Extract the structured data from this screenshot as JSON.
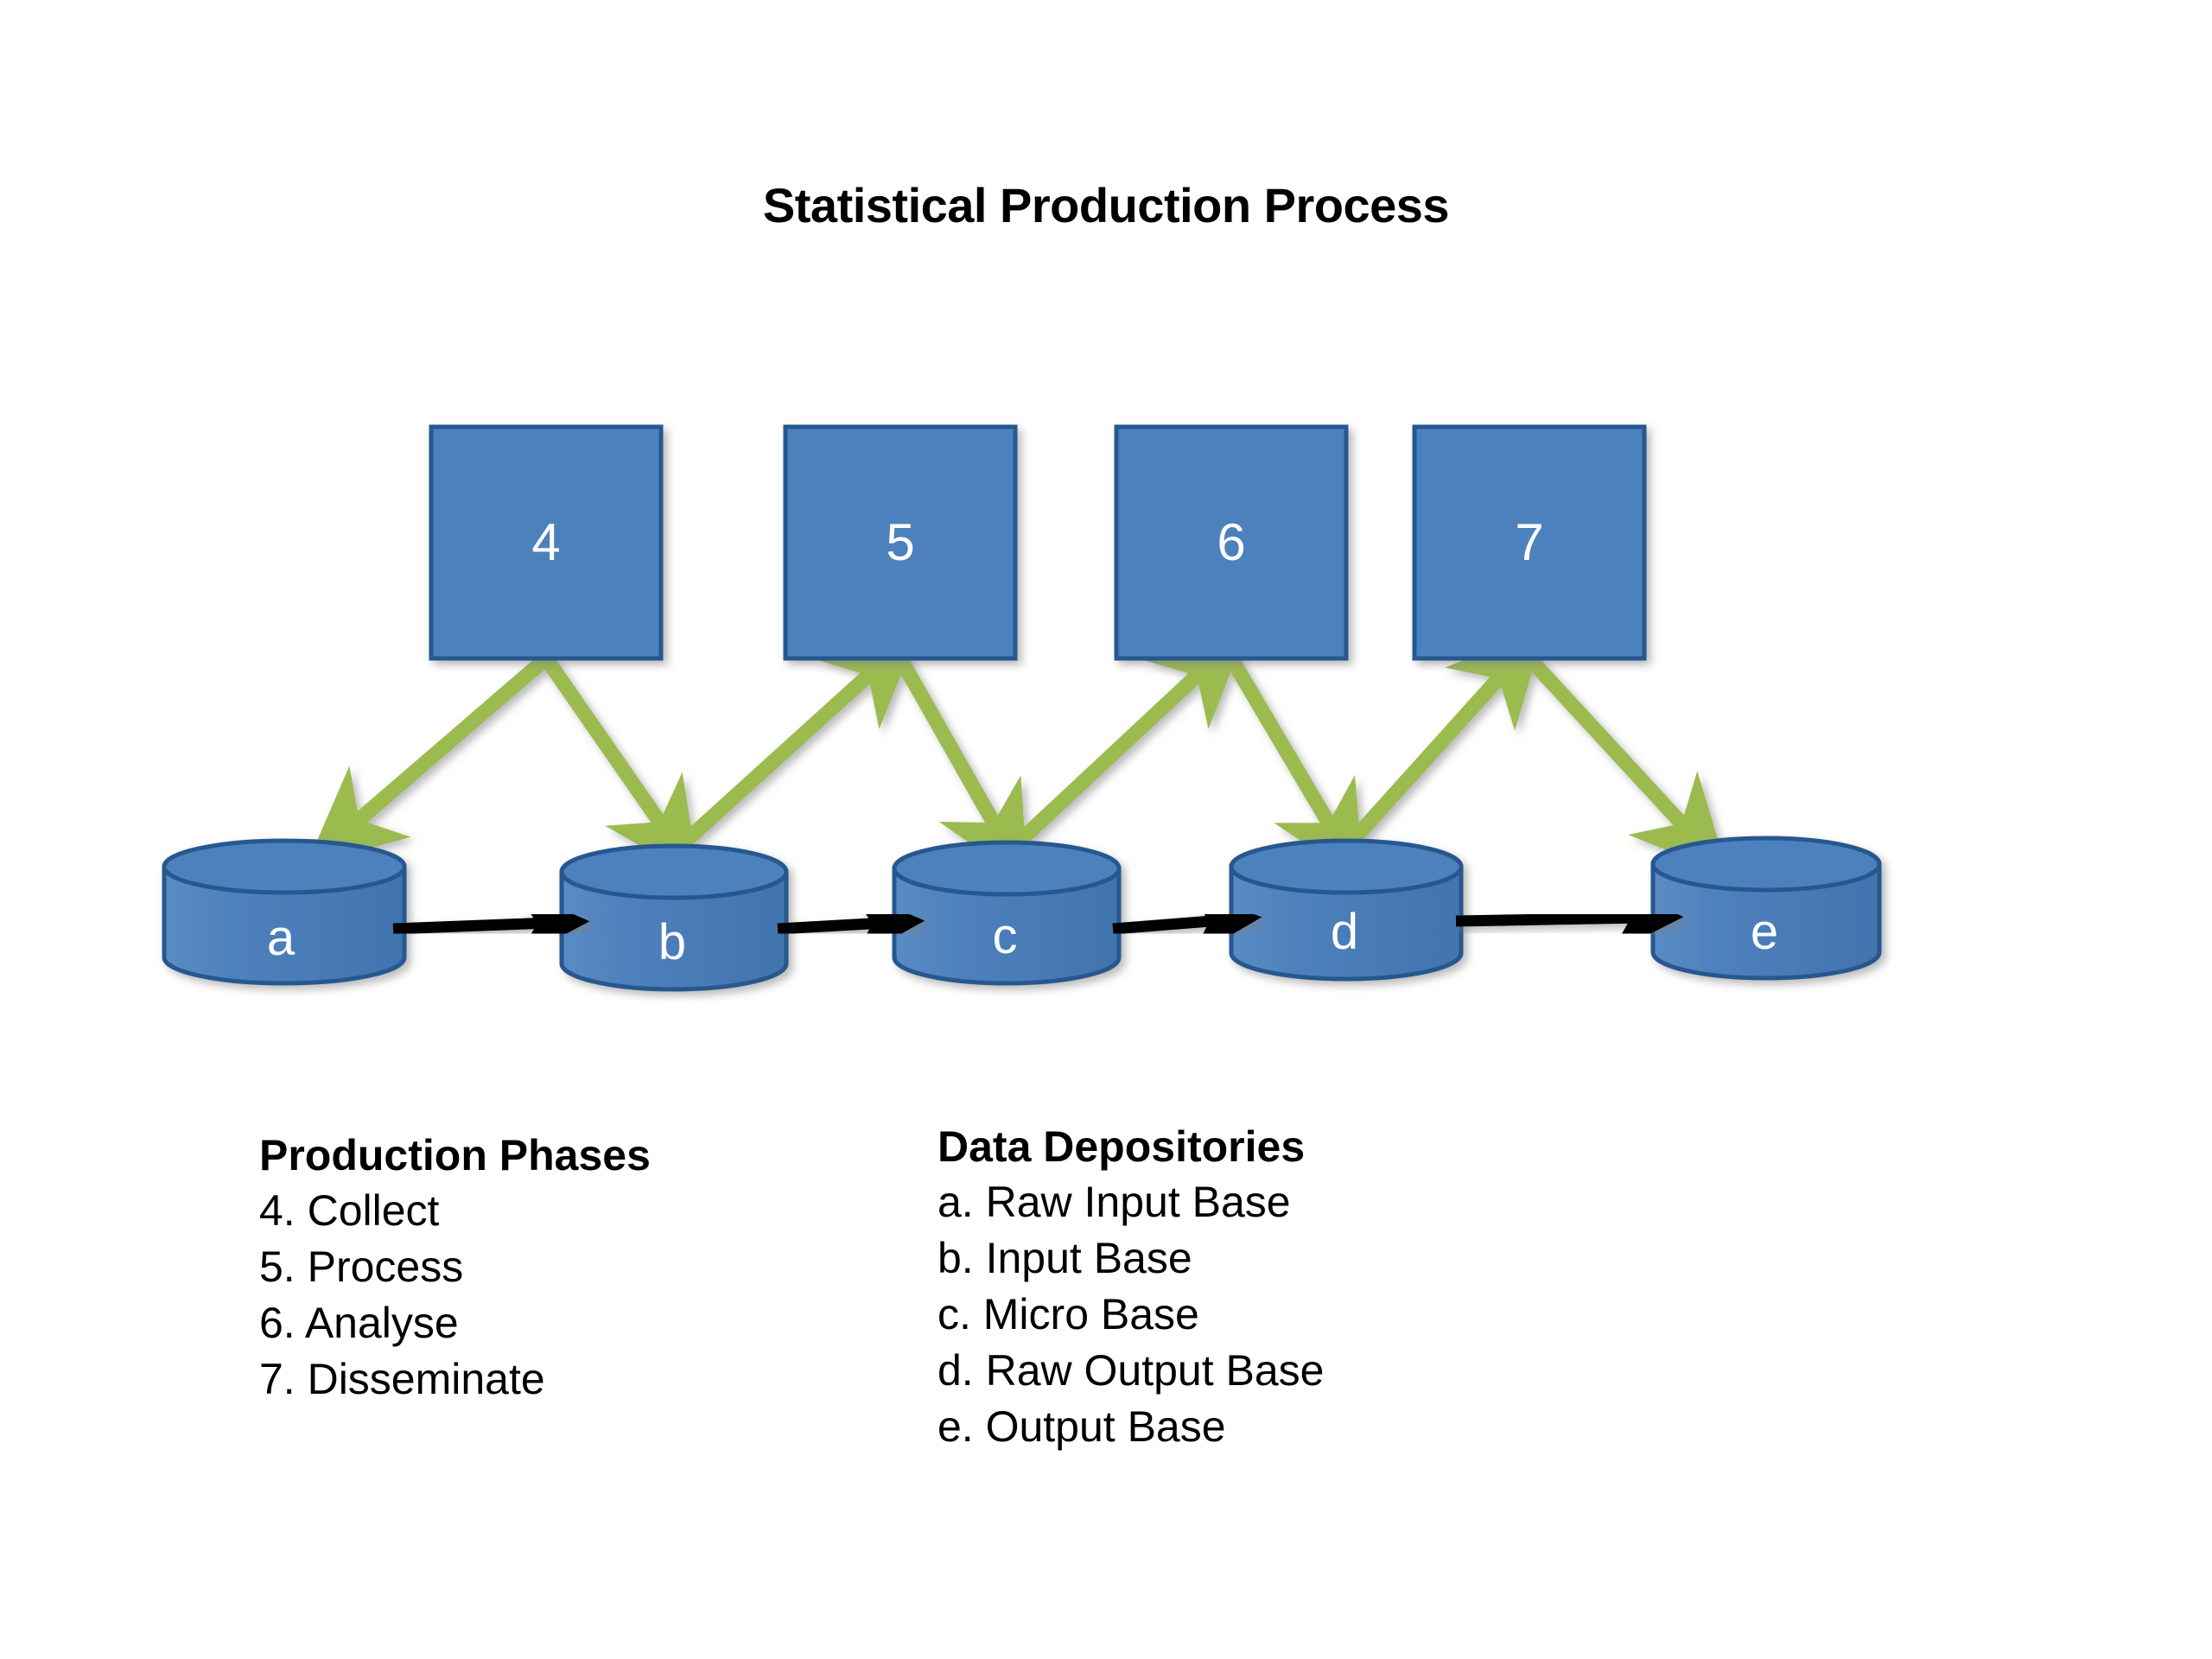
{
  "diagram": {
    "title": "Statistical Production Process",
    "type": "flow-diagram",
    "colors": {
      "shape_fill": "#4E81BD",
      "shape_stroke": "#27588F",
      "shape_label": "#FFFFFF",
      "black_arrow": "#000000",
      "green_arrow": "#9BBB4F",
      "background": "#FFFFFF",
      "text": "#000000"
    },
    "phase_boxes": [
      {
        "id": "box-4",
        "label": "4"
      },
      {
        "id": "box-5",
        "label": "5"
      },
      {
        "id": "box-6",
        "label": "6"
      },
      {
        "id": "box-7",
        "label": "7"
      }
    ],
    "data_stores": [
      {
        "id": "cyl-a",
        "label": "a"
      },
      {
        "id": "cyl-b",
        "label": "b"
      },
      {
        "id": "cyl-c",
        "label": "c"
      },
      {
        "id": "cyl-d",
        "label": "d"
      },
      {
        "id": "cyl-e",
        "label": "e"
      }
    ],
    "black_flow_arrows": [
      {
        "from": "box-4",
        "to": "box-5"
      },
      {
        "from": "box-5",
        "to": "box-6"
      },
      {
        "from": "box-6",
        "to": "box-7"
      },
      {
        "from": "cyl-a",
        "to": "cyl-b"
      },
      {
        "from": "cyl-b",
        "to": "cyl-c"
      },
      {
        "from": "cyl-c",
        "to": "cyl-d"
      },
      {
        "from": "cyl-d",
        "to": "cyl-e"
      }
    ],
    "green_flow_arrows": [
      {
        "from": "box-4",
        "to": "cyl-a"
      },
      {
        "from": "box-4",
        "to": "cyl-b"
      },
      {
        "from": "cyl-a",
        "to": "box-5"
      },
      {
        "from": "box-5",
        "to": "cyl-c"
      },
      {
        "from": "cyl-b",
        "to": "box-6"
      },
      {
        "from": "box-6",
        "to": "cyl-d"
      },
      {
        "from": "cyl-c",
        "to": "box-7"
      },
      {
        "from": "box-7",
        "to": "cyl-e"
      }
    ]
  },
  "legend": {
    "phases": {
      "heading": "Production Phases",
      "items": [
        "4. Collect",
        "5. Process",
        "6. Analyse",
        "7. Disseminate"
      ]
    },
    "depositories": {
      "heading": "Data Depositories",
      "items": [
        "a. Raw Input Base",
        "b. Input Base",
        "c. Micro Base",
        "d. Raw Output Base",
        "e. Output Base"
      ]
    }
  }
}
